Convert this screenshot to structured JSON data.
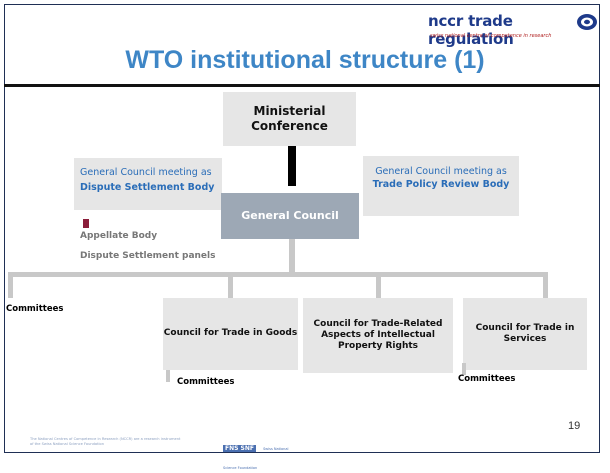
{
  "header": {
    "logo_text": "nccr trade regulation",
    "logo_subtitle": "swiss national centre of competence in research",
    "title": "WTO institutional structure (1)"
  },
  "diagram": {
    "ministerial": "Ministerial Conference",
    "general_council": "General Council",
    "dsb_prefix": "General Council meeting as",
    "dsb_name": "Dispute Settlement Body",
    "tprb_prefix": "General Council meeting as",
    "tprb_name": "Trade Policy Review Body",
    "appellate_body": "Appellate Body",
    "dispute_panels": "Dispute Settlement panels",
    "committees_left": "Committees",
    "council_goods": "Council for Trade in Goods",
    "council_trips": "Council for Trade-Related Aspects of Intellectual Property Rights",
    "council_services": "Council for Trade in Services",
    "committees_goods": "Committees",
    "committees_services": "Committees"
  },
  "footer": {
    "credit_line1": "The National Centres of Competence in Research (NCCR) are a research instrument",
    "credit_line2": "of the Swiss National Science Foundation",
    "snsf_logo": "FNS SNF",
    "snsf_text": "Swiss National Science Foundation",
    "page_number": "19"
  },
  "colors": {
    "title_blue": "#3e86c6",
    "general_council_fill": "#9da8b5",
    "box_fill": "#e6e6e6",
    "blue_text": "#2a6db8",
    "accent_red": "#8b1d3a"
  }
}
